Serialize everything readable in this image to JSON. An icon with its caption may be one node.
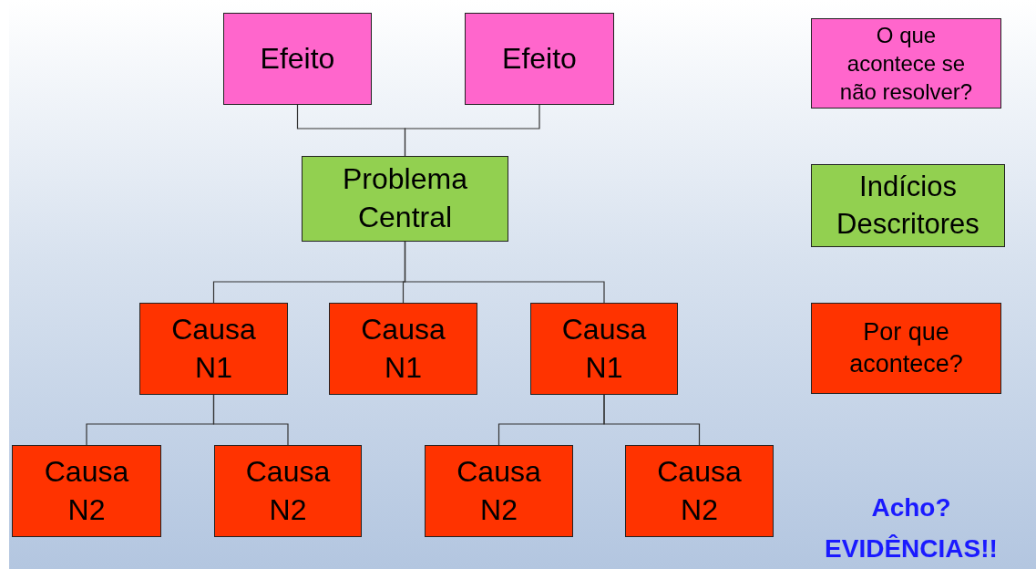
{
  "diagram": {
    "nodes": [
      {
        "text": [
          "Efeito"
        ]
      },
      {
        "text": [
          "Efeito"
        ]
      },
      {
        "text": [
          "Problema Central"
        ]
      },
      {
        "text": [
          "Causa N1"
        ]
      },
      {
        "text": [
          "Causa N1"
        ]
      },
      {
        "text": [
          "Causa N1"
        ]
      },
      {
        "text": [
          "Causa N2"
        ]
      },
      {
        "text": [
          "Causa N2"
        ]
      },
      {
        "text": [
          "Causa N2"
        ]
      },
      {
        "text": [
          "Causa N2"
        ]
      },
      {
        "text": [
          "O que acontece se não resolver?"
        ]
      },
      {
        "text": [
          "Indícios Descritores"
        ]
      },
      {
        "text": [
          "Por que acontece?"
        ]
      }
    ],
    "edges": [
      {
        "from": 0,
        "to": 2,
        "arrow": "none"
      },
      {
        "from": 1,
        "to": 2,
        "arrow": "none"
      },
      {
        "from": 2,
        "to": 3,
        "arrow": "none"
      },
      {
        "from": 2,
        "to": 4,
        "arrow": "none"
      },
      {
        "from": 2,
        "to": 5,
        "arrow": "none"
      },
      {
        "from": 3,
        "to": 6,
        "arrow": "none"
      },
      {
        "from": 3,
        "to": 7,
        "arrow": "none"
      },
      {
        "from": 5,
        "to": 8,
        "arrow": "none"
      },
      {
        "from": 5,
        "to": 9,
        "arrow": "none"
      }
    ],
    "labels": [
      "Acho?",
      "EVIDÊNCIAS!!"
    ]
  }
}
